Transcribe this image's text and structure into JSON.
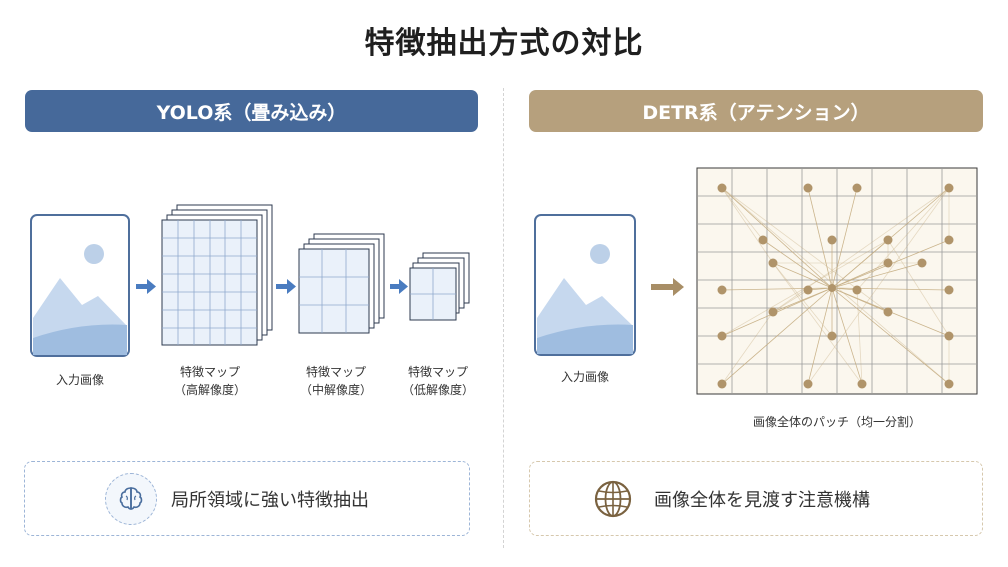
{
  "title": "特徴抽出方式の対比",
  "yolo": {
    "header": "YOLO系（畳み込み）",
    "input_label": "入力画像",
    "maps": [
      {
        "line1": "特徴マップ",
        "line2": "（高解像度）"
      },
      {
        "line1": "特徴マップ",
        "line2": "（中解像度）"
      },
      {
        "line1": "特徴マップ",
        "line2": "（低解像度）"
      }
    ],
    "summary": "局所領域に強い特徴抽出",
    "summary_icon": "brain-icon"
  },
  "detr": {
    "header": "DETR系（アテンション）",
    "input_label": "入力画像",
    "grid_label": "画像全体のパッチ（均一分割）",
    "summary": "画像全体を見渡す注意機構",
    "summary_icon": "globe-icon"
  },
  "colors": {
    "yolo_accent": "#46699a",
    "detr_accent": "#b6a07d",
    "map_fill": "#eaf1fa",
    "patch_fill": "#fbf7ee"
  }
}
